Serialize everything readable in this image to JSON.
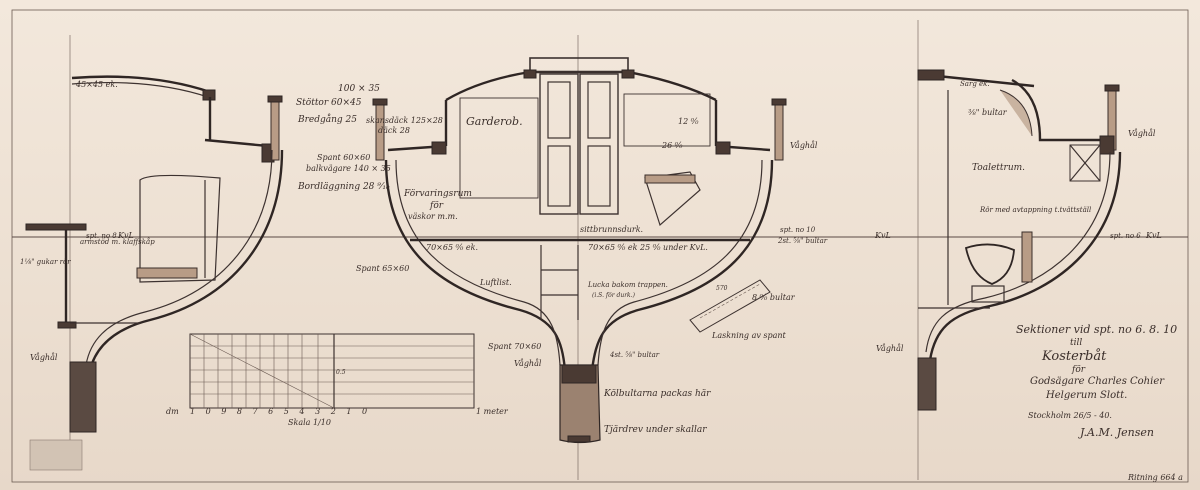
{
  "labels": {
    "dim_100x35": "100 × 35",
    "stottor": "Stöttor 60×45",
    "bredgang": "Bredgång 25",
    "spant_60x60": "Spant 60×60",
    "balkvagare": "balkvägare 140 × 35",
    "bordlaggning": "Bordläggning 28 ⁹⁄₁₀",
    "skansdack": "skansdäck 125×28",
    "dack": "däck 28",
    "garderob": "Garderob.",
    "forvaringsrum": "Förvaringsrum",
    "for": "för",
    "vaskor": "väskor m.m.",
    "golv_70x65_left": "70×65 ⁰⁄₀ ek.",
    "sittbrunnsdurk": "sittbrunnsdurk.",
    "golv_70x65_right": "70×65 ⁰⁄₀ ek 25 ⁰⁄₀ under KvL.",
    "spant_65x60": "Spant 65×60",
    "luftlist": "Luftlist.",
    "lucka_trappan": "Lucka bakom trappen.",
    "lucka_sub": "(i.S. för durk.)",
    "spant_70x60": "Spant 70×60",
    "bultar_4st": "4st. ⅝\" bultar",
    "kolbulterna": "Kölbultarna packas här",
    "tjardrev": "Tjärdrev under skallar",
    "vaghal_left": "Våghål",
    "vaghal_center": "Våghål",
    "vaghal_right": "Våghål",
    "vaghal_top_center": "Våghål",
    "vaghal_top_right": "Våghål",
    "armstod": "armstöd m. klaff­skåp",
    "gukar": "1⅛\" gukar rör",
    "dim_45x45": "45×45 ek.",
    "kvl_1": "KvL",
    "kvl_2": "KvL",
    "kvl_3": "KvL",
    "spt_8": "spt. no 8",
    "spt_10": "spt. no 10",
    "spt_6": "spt. no 6",
    "bultar_2st": "2st. ⅝\" bultar",
    "bultar_8mm": "8 ⁰⁄₀ bultar",
    "lackning": "Laskning av spant",
    "dim_570": "570",
    "dim_12mm": "12 ⁰⁄₀",
    "dim_26mm": "26 ⁰⁄₀",
    "ek_right": "Sarg ek.",
    "bultar_38": "⅜\" bultar",
    "toalettrum": "Toalettrum.",
    "rör_avtappning": "Rör med avtappning t.tvättställ",
    "scale_dm": "dm",
    "scale_ticks": "1 0 9 8 7 6 5 4 3 2 1 0",
    "scale_meter": "1 meter",
    "scale_skala": "Skala 1/10",
    "scale_05": "0.5"
  },
  "title_block": {
    "line1": "Sektioner vid spt. no 6. 8. 10",
    "line2": "till",
    "line3": "Kosterbåt",
    "line4": "för",
    "line5": "Godsägare Charles Cohier",
    "line6": "Helgerum Slott.",
    "place_date": "Stockholm 26/5 - 40.",
    "signature": "J.A.M. Jensen",
    "drawing_no": "Ritning 664 a"
  }
}
